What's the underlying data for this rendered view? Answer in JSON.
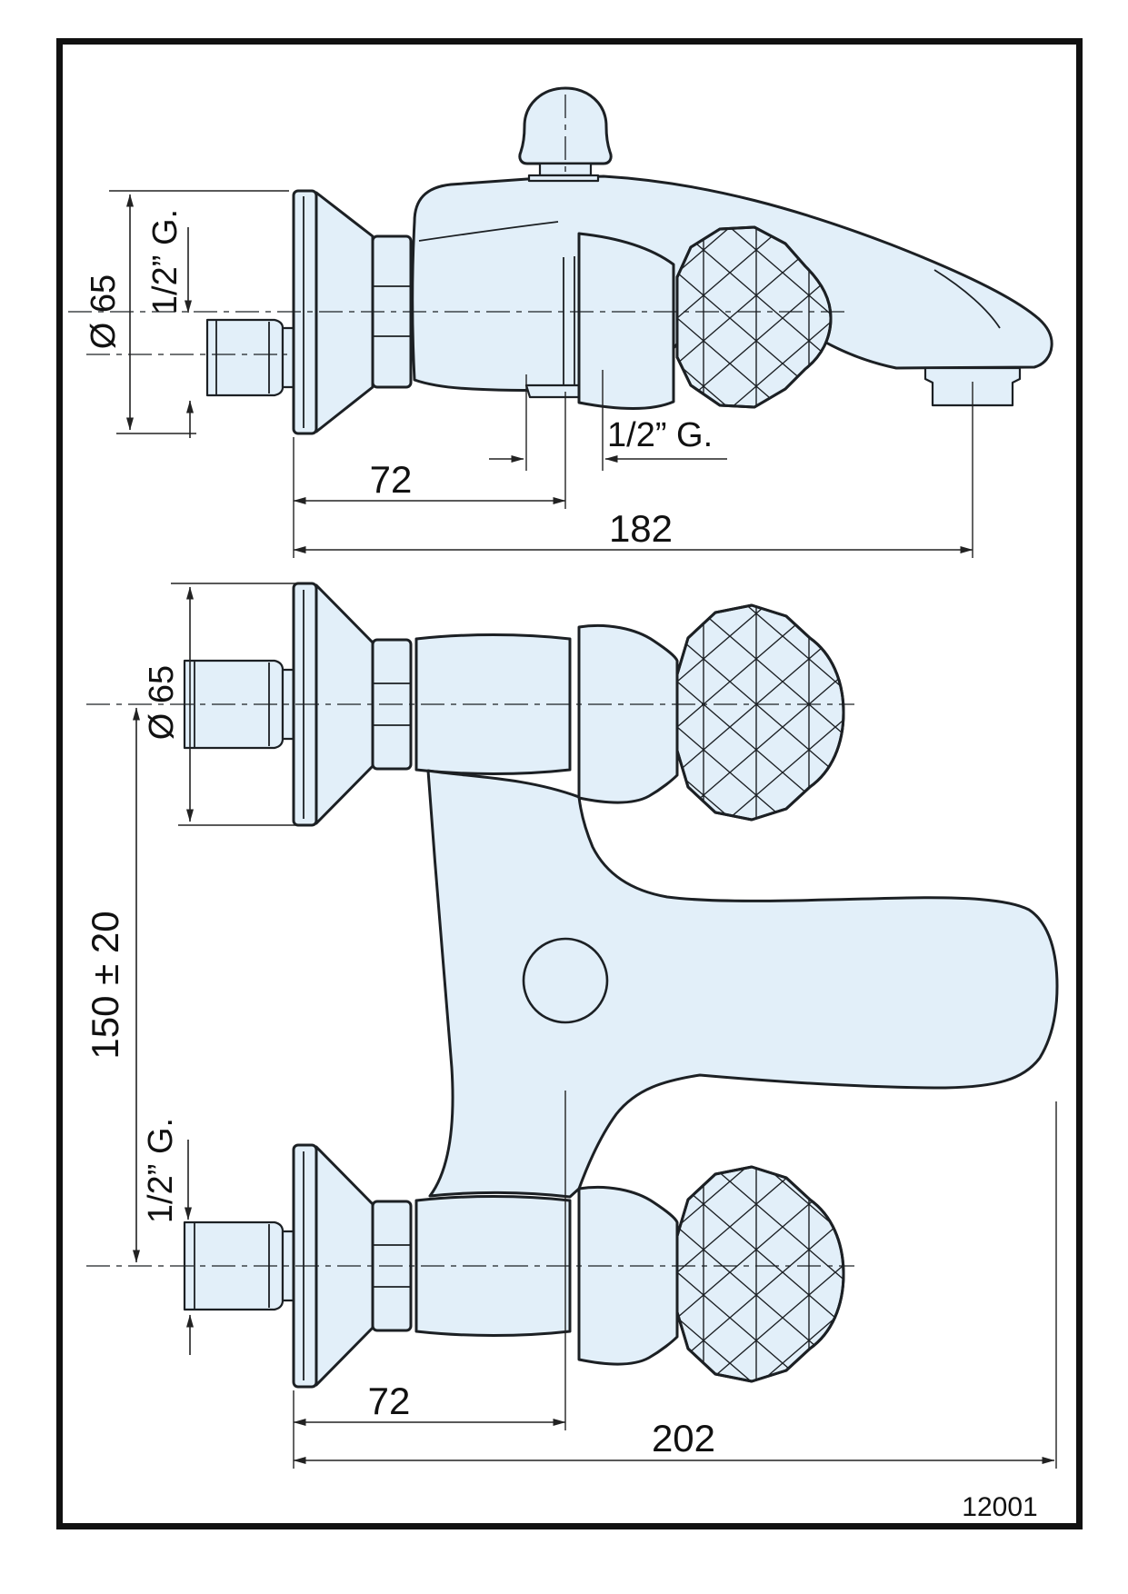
{
  "drawing": {
    "part_number": "12001",
    "colors": {
      "body_fill": "#e2eff9",
      "line": "#1c2024",
      "dimension": "#222222",
      "frame": "#111111"
    },
    "side_view": {
      "diameter": "Ø 65",
      "wall_thread": "1/2” G.",
      "outlet_thread": "1/2” G.",
      "wall_to_axis": "72",
      "wall_to_spout": "182"
    },
    "plan_view": {
      "diameter": "Ø 65",
      "union_spacing": "150 ± 20",
      "wall_thread": "1/2” G.",
      "wall_to_axis": "72",
      "total_length": "202"
    }
  }
}
